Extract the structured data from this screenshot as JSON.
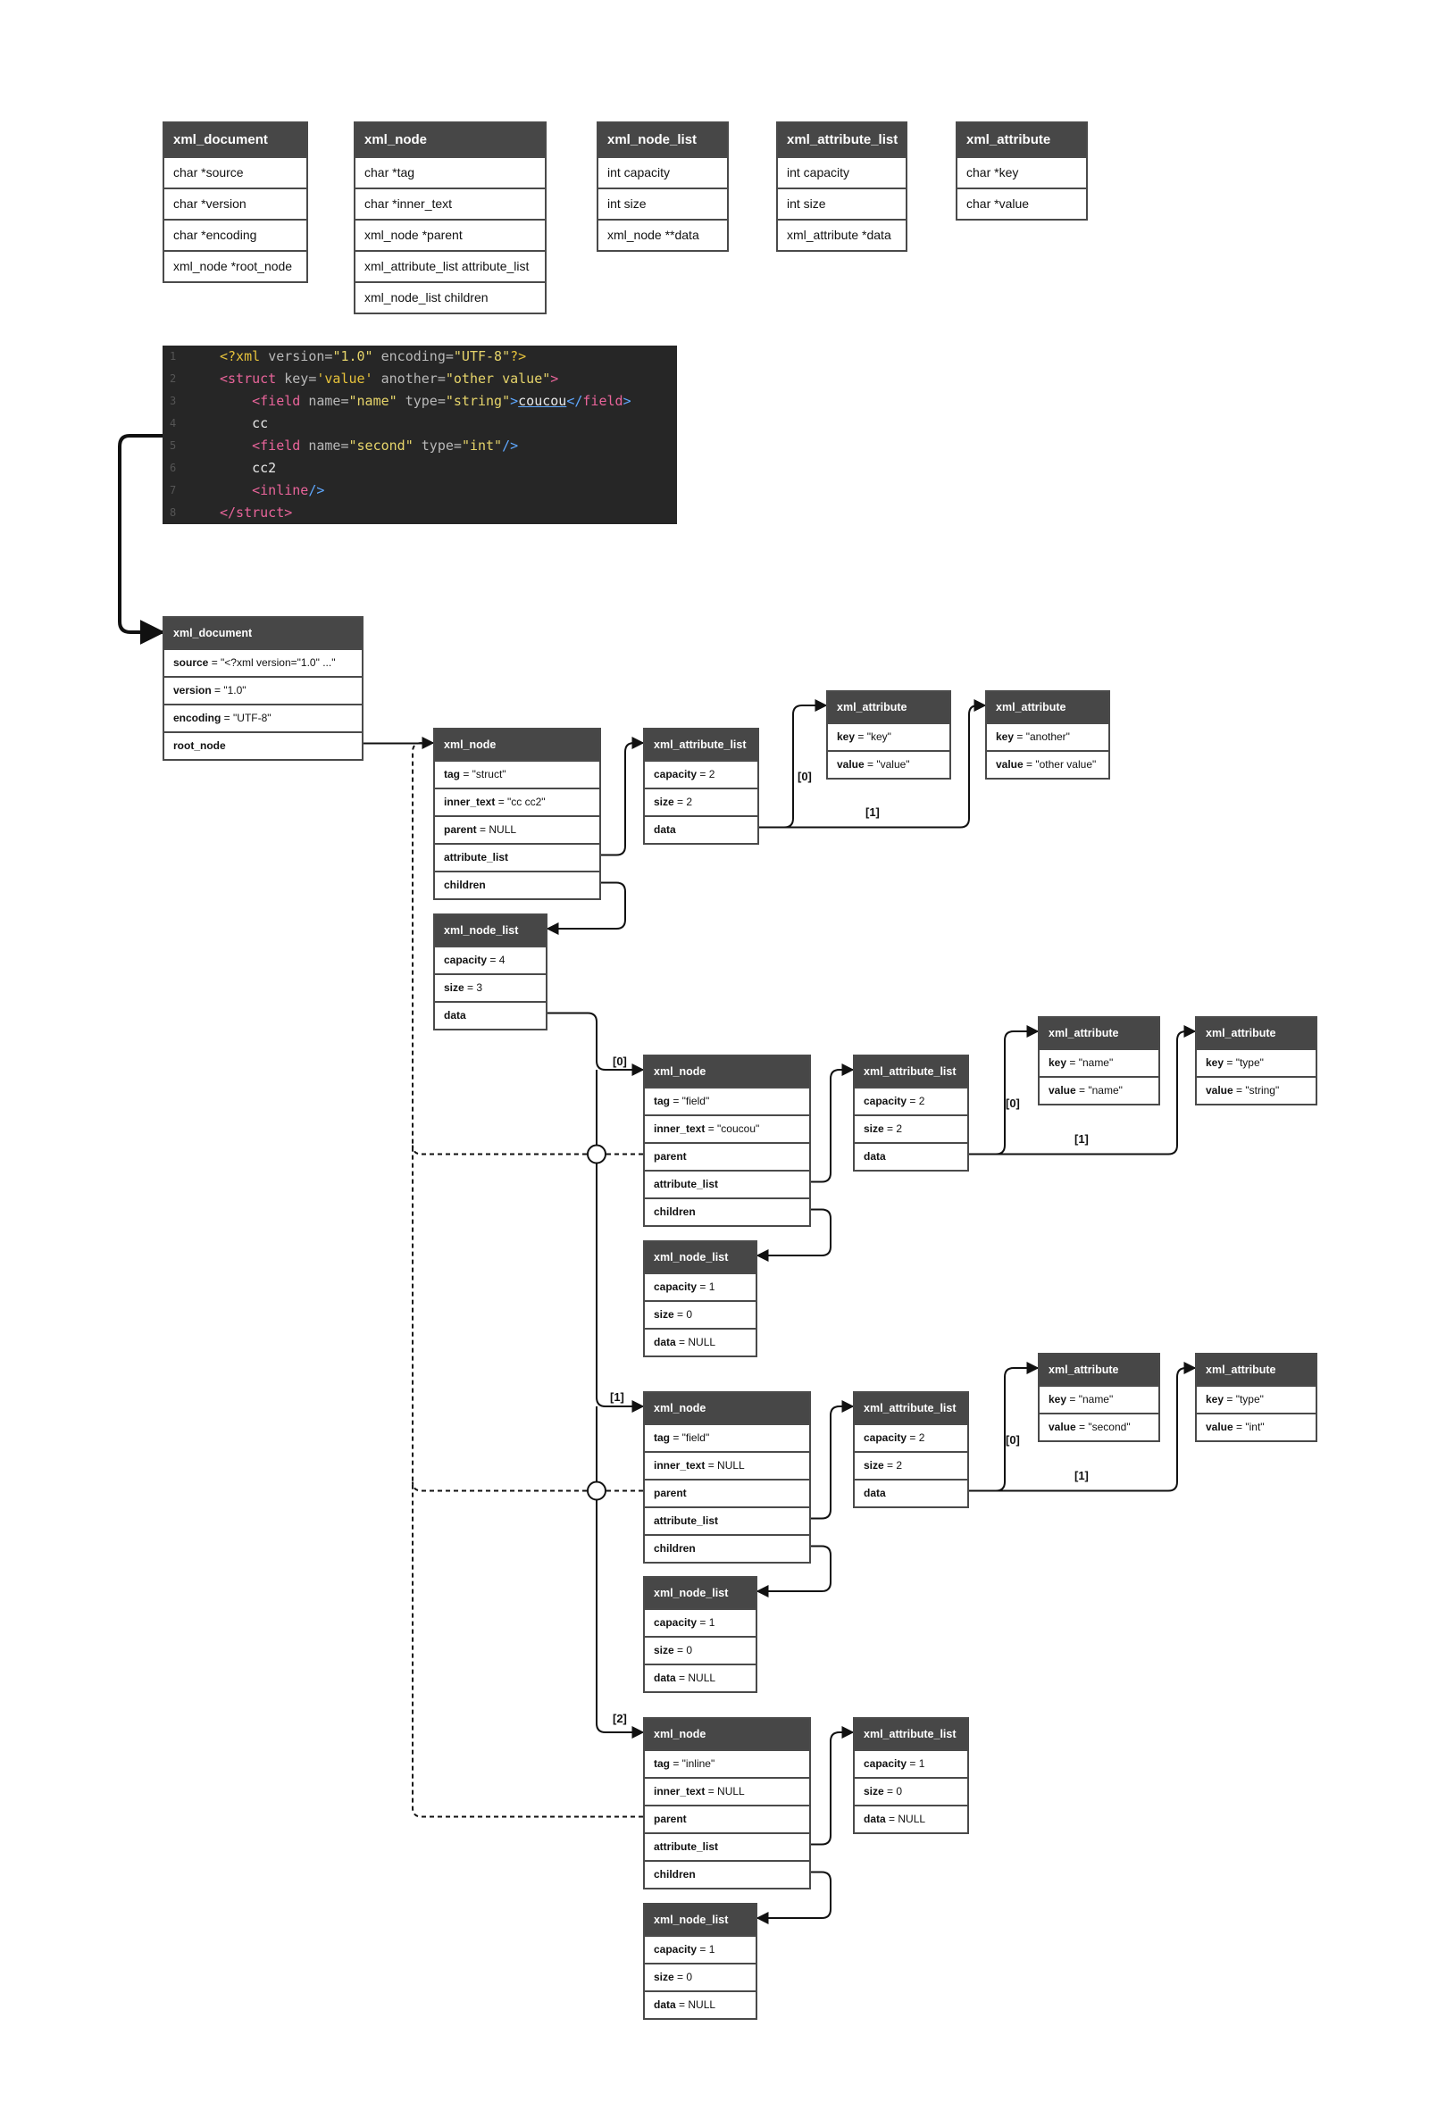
{
  "definitions": [
    {
      "title": "xml_document",
      "rows": [
        "char *source",
        "char *version",
        "char *encoding",
        "xml_node *root_node"
      ]
    },
    {
      "title": "xml_node",
      "rows": [
        "char *tag",
        "char *inner_text",
        "xml_node *parent",
        "xml_attribute_list attribute_list",
        "xml_node_list children"
      ]
    },
    {
      "title": "xml_node_list",
      "rows": [
        "int capacity",
        "int size",
        "xml_node **data"
      ]
    },
    {
      "title": "xml_attribute_list",
      "rows": [
        "int capacity",
        "int size",
        "xml_attribute *data"
      ]
    },
    {
      "title": "xml_attribute",
      "rows": [
        "char *key",
        "char *value"
      ]
    }
  ],
  "code": {
    "line_numbers": [
      "1",
      "2",
      "3",
      "4",
      "5",
      "6",
      "7",
      "8"
    ],
    "lines": [
      [
        {
          "t": "<?xml ",
          "c": "pi"
        },
        {
          "t": "version=",
          "c": "attr"
        },
        {
          "t": "\"1.0\"",
          "c": "str"
        },
        {
          "t": " encoding=",
          "c": "attr"
        },
        {
          "t": "\"UTF-8\"",
          "c": "str"
        },
        {
          "t": "?>",
          "c": "pi"
        }
      ],
      [
        {
          "t": "<struct ",
          "c": "tag"
        },
        {
          "t": "key=",
          "c": "attr"
        },
        {
          "t": "'value'",
          "c": "sq"
        },
        {
          "t": " another=",
          "c": "attr"
        },
        {
          "t": "\"other value\"",
          "c": "str"
        },
        {
          "t": ">",
          "c": "tag"
        }
      ],
      [
        {
          "t": "    "
        },
        {
          "t": "<field ",
          "c": "tag"
        },
        {
          "t": "name=",
          "c": "attr"
        },
        {
          "t": "\"name\"",
          "c": "str"
        },
        {
          "t": " type=",
          "c": "attr"
        },
        {
          "t": "\"string\"",
          "c": "str"
        },
        {
          "t": ">",
          "c": "punct"
        },
        {
          "t": "coucou",
          "c": "link"
        },
        {
          "t": "</",
          "c": "punct"
        },
        {
          "t": "field",
          "c": "tag"
        },
        {
          "t": ">",
          "c": "punct"
        }
      ],
      [
        {
          "t": "    cc",
          "c": "text"
        }
      ],
      [
        {
          "t": "    "
        },
        {
          "t": "<field ",
          "c": "tag"
        },
        {
          "t": "name=",
          "c": "attr"
        },
        {
          "t": "\"second\"",
          "c": "str"
        },
        {
          "t": " type=",
          "c": "attr"
        },
        {
          "t": "\"int\"",
          "c": "str"
        },
        {
          "t": "/>",
          "c": "punct"
        }
      ],
      [
        {
          "t": "    cc2",
          "c": "text"
        }
      ],
      [
        {
          "t": "    "
        },
        {
          "t": "<inline",
          "c": "tag"
        },
        {
          "t": "/>",
          "c": "punct"
        }
      ],
      [
        {
          "t": "</struct>",
          "c": "tag"
        }
      ]
    ]
  },
  "instances": {
    "doc": {
      "title": "xml_document",
      "rows": [
        [
          "source",
          " = \"<?xml version=\"1.0\" ...\""
        ],
        [
          "version",
          " = \"1.0\""
        ],
        [
          "encoding",
          " = \"UTF-8\""
        ],
        [
          "root_node",
          ""
        ]
      ]
    },
    "node0": {
      "title": "xml_node",
      "rows": [
        [
          "tag",
          " = \"struct\""
        ],
        [
          "inner_text",
          " = \"cc cc2\""
        ],
        [
          "parent",
          " = NULL"
        ],
        [
          "attribute_list",
          ""
        ],
        [
          "children",
          ""
        ]
      ]
    },
    "attrlist0": {
      "title": "xml_attribute_list",
      "rows": [
        [
          "capacity",
          " = 2"
        ],
        [
          "size",
          " = 2"
        ],
        [
          "data",
          ""
        ]
      ]
    },
    "attr0a": {
      "title": "xml_attribute",
      "rows": [
        [
          "key",
          " = \"key\""
        ],
        [
          "value",
          " = \"value\""
        ]
      ]
    },
    "attr0b": {
      "title": "xml_attribute",
      "rows": [
        [
          "key",
          " = \"another\""
        ],
        [
          "value",
          " = \"other value\""
        ]
      ]
    },
    "nodelist0": {
      "title": "xml_node_list",
      "rows": [
        [
          "capacity",
          " = 4"
        ],
        [
          "size",
          " = 3"
        ],
        [
          "data",
          ""
        ]
      ]
    },
    "node1": {
      "title": "xml_node",
      "rows": [
        [
          "tag",
          " = \"field\""
        ],
        [
          "inner_text",
          " = \"coucou\""
        ],
        [
          "parent",
          ""
        ],
        [
          "attribute_list",
          ""
        ],
        [
          "children",
          ""
        ]
      ]
    },
    "attrlist1": {
      "title": "xml_attribute_list",
      "rows": [
        [
          "capacity",
          " = 2"
        ],
        [
          "size",
          " = 2"
        ],
        [
          "data",
          ""
        ]
      ]
    },
    "attr1a": {
      "title": "xml_attribute",
      "rows": [
        [
          "key",
          " = \"name\""
        ],
        [
          "value",
          " = \"name\""
        ]
      ]
    },
    "attr1b": {
      "title": "xml_attribute",
      "rows": [
        [
          "key",
          " = \"type\""
        ],
        [
          "value",
          " = \"string\""
        ]
      ]
    },
    "nodelist1": {
      "title": "xml_node_list",
      "rows": [
        [
          "capacity",
          " = 1"
        ],
        [
          "size",
          " = 0"
        ],
        [
          "data",
          " = NULL"
        ]
      ]
    },
    "node2": {
      "title": "xml_node",
      "rows": [
        [
          "tag",
          " = \"field\""
        ],
        [
          "inner_text",
          " = NULL"
        ],
        [
          "parent",
          ""
        ],
        [
          "attribute_list",
          ""
        ],
        [
          "children",
          ""
        ]
      ]
    },
    "attrlist2": {
      "title": "xml_attribute_list",
      "rows": [
        [
          "capacity",
          " = 2"
        ],
        [
          "size",
          " = 2"
        ],
        [
          "data",
          ""
        ]
      ]
    },
    "attr2a": {
      "title": "xml_attribute",
      "rows": [
        [
          "key",
          " = \"name\""
        ],
        [
          "value",
          " = \"second\""
        ]
      ]
    },
    "attr2b": {
      "title": "xml_attribute",
      "rows": [
        [
          "key",
          " = \"type\""
        ],
        [
          "value",
          " = \"int\""
        ]
      ]
    },
    "nodelist2": {
      "title": "xml_node_list",
      "rows": [
        [
          "capacity",
          " = 1"
        ],
        [
          "size",
          " = 0"
        ],
        [
          "data",
          " = NULL"
        ]
      ]
    },
    "node3": {
      "title": "xml_node",
      "rows": [
        [
          "tag",
          " = \"inline\""
        ],
        [
          "inner_text",
          " = NULL"
        ],
        [
          "parent",
          ""
        ],
        [
          "attribute_list",
          ""
        ],
        [
          "children",
          ""
        ]
      ]
    },
    "attrlist3": {
      "title": "xml_attribute_list",
      "rows": [
        [
          "capacity",
          " = 1"
        ],
        [
          "size",
          " = 0"
        ],
        [
          "data",
          " = NULL"
        ]
      ]
    },
    "nodelist3": {
      "title": "xml_node_list",
      "rows": [
        [
          "capacity",
          " = 1"
        ],
        [
          "size",
          " = 0"
        ],
        [
          "data",
          " = NULL"
        ]
      ]
    }
  },
  "labels": {
    "i0": "[0]",
    "i1": "[1]",
    "i2": "[2]"
  }
}
